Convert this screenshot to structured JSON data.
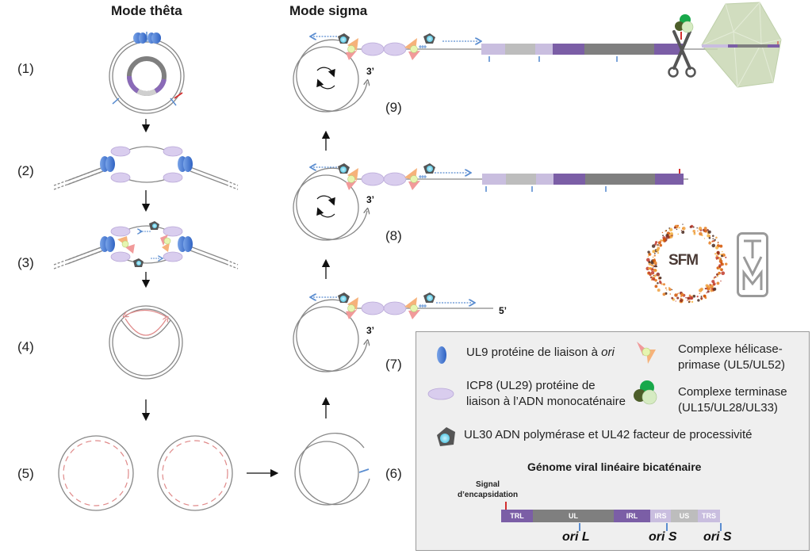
{
  "titles": {
    "theta": "Mode thêta",
    "sigma": "Mode sigma"
  },
  "steps": {
    "s1": "(1)",
    "s2": "(2)",
    "s3": "(3)",
    "s4": "(4)",
    "s5": "(5)",
    "s6": "(6)",
    "s7": "(7)",
    "s8": "(8)",
    "s9": "(9)"
  },
  "strand_labels": {
    "three_prime": "3’",
    "five_prime": "5’"
  },
  "logos": {
    "sfm": "SFM",
    "tvm_letters": [
      "T",
      "V",
      "M"
    ]
  },
  "legend": {
    "ul9": {
      "text": "UL9 protéine de liaison à ",
      "italic": "ori",
      "icon": "blue-ellipse-icon"
    },
    "icp8": {
      "line1": "ICP8 (UL29) protéine de",
      "line2": "liaison à l’ADN monocaténaire",
      "icon": "lavender-ellipse-icon"
    },
    "helicase": {
      "line1": "Complexe hélicase-",
      "line2": "primase (UL5/UL52)",
      "icon": "helicase-primase-icon"
    },
    "terminase": {
      "line1": "Complexe terminase",
      "line2": "(UL15/UL28/UL33)",
      "icon": "terminase-complex-icon"
    },
    "ul30": {
      "text": "UL30 ADN polymérase et UL42 facteur de processivité",
      "icon": "polymerase-pentagon-icon"
    }
  },
  "genome": {
    "title": "Génome viral linéaire bicaténaire",
    "signal_line1": "Signal",
    "signal_line2": "d’encapsidation",
    "segments": [
      {
        "label": "TRL",
        "color": "#7b5ea6"
      },
      {
        "label": "UL",
        "color": "#7f7f7f"
      },
      {
        "label": "IRL",
        "color": "#7b5ea6"
      },
      {
        "label": "IRS",
        "color": "#c9bedf"
      },
      {
        "label": "US",
        "color": "#bdbdbd"
      },
      {
        "label": "TRS",
        "color": "#c9bedf"
      }
    ],
    "origins": [
      "ori L",
      "ori S",
      "ori S"
    ]
  },
  "colors": {
    "dna": "#808080",
    "ul9_blue": "#4a7fd4",
    "icp8_lavender": "#d9cdee",
    "helicase_orange": "#f6b27a",
    "primase_pink": "#f19a9a",
    "polymerase_grey": "#555555",
    "polymerase_cyan": "#7fd8ee",
    "new_strand_blue": "#5b8dd0",
    "signal_red": "#d32f2f",
    "capsid_green": "#c9d8b4"
  }
}
